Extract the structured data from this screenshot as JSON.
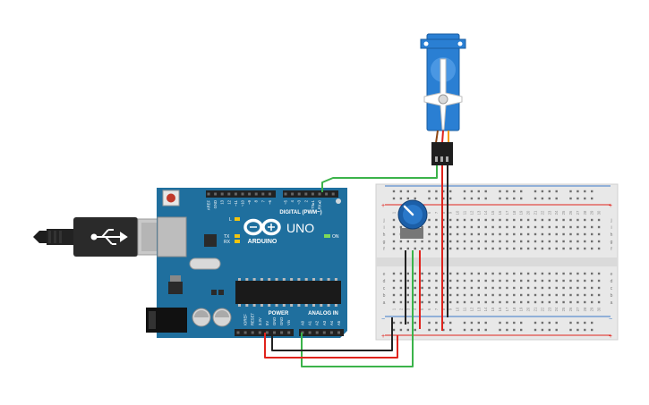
{
  "arduino": {
    "brand": "ARDUINO",
    "model": "UNO",
    "digital_header": "DIGITAL (PWM~)",
    "power_header": "POWER",
    "analog_header": "ANALOG IN",
    "on_label": "ON",
    "led_l": "L",
    "led_tx": "TX",
    "led_rx": "RX",
    "top_pins": [
      "AREF",
      "GND",
      "13",
      "12",
      "~11",
      "~10",
      "~9",
      "8",
      "7",
      "~6",
      "~5",
      "4",
      "~3",
      "2",
      "TX▸1",
      "RX◂0"
    ],
    "power_pins": [
      "IOREF",
      "RESET",
      "3.3V",
      "5V",
      "GND",
      "GND",
      "Vin"
    ],
    "analog_pins": [
      "A0",
      "A1",
      "A2",
      "A3",
      "A4",
      "A5"
    ]
  },
  "breadboard": {
    "row_letters_top": [
      "j",
      "i",
      "h",
      "g",
      "f"
    ],
    "row_letters_bottom": [
      "e",
      "d",
      "c",
      "b",
      "a"
    ],
    "column_numbers": [
      "1",
      "2",
      "3",
      "4",
      "5",
      "6",
      "7",
      "8",
      "9",
      "10",
      "11",
      "12",
      "13",
      "14",
      "15",
      "16",
      "17",
      "18",
      "19",
      "20",
      "21",
      "22",
      "23",
      "24",
      "25",
      "26",
      "27",
      "28",
      "29",
      "30"
    ],
    "plus": "+",
    "minus": "−"
  },
  "colors": {
    "arduino_board": "#1f6f9e",
    "breadboard": "#e8e8e8",
    "wire_green": "#3bb34a",
    "wire_red": "#e0231c",
    "wire_black": "#222222",
    "servo_blue": "#2a7fd3",
    "pot_blue": "#1c5fa8"
  }
}
